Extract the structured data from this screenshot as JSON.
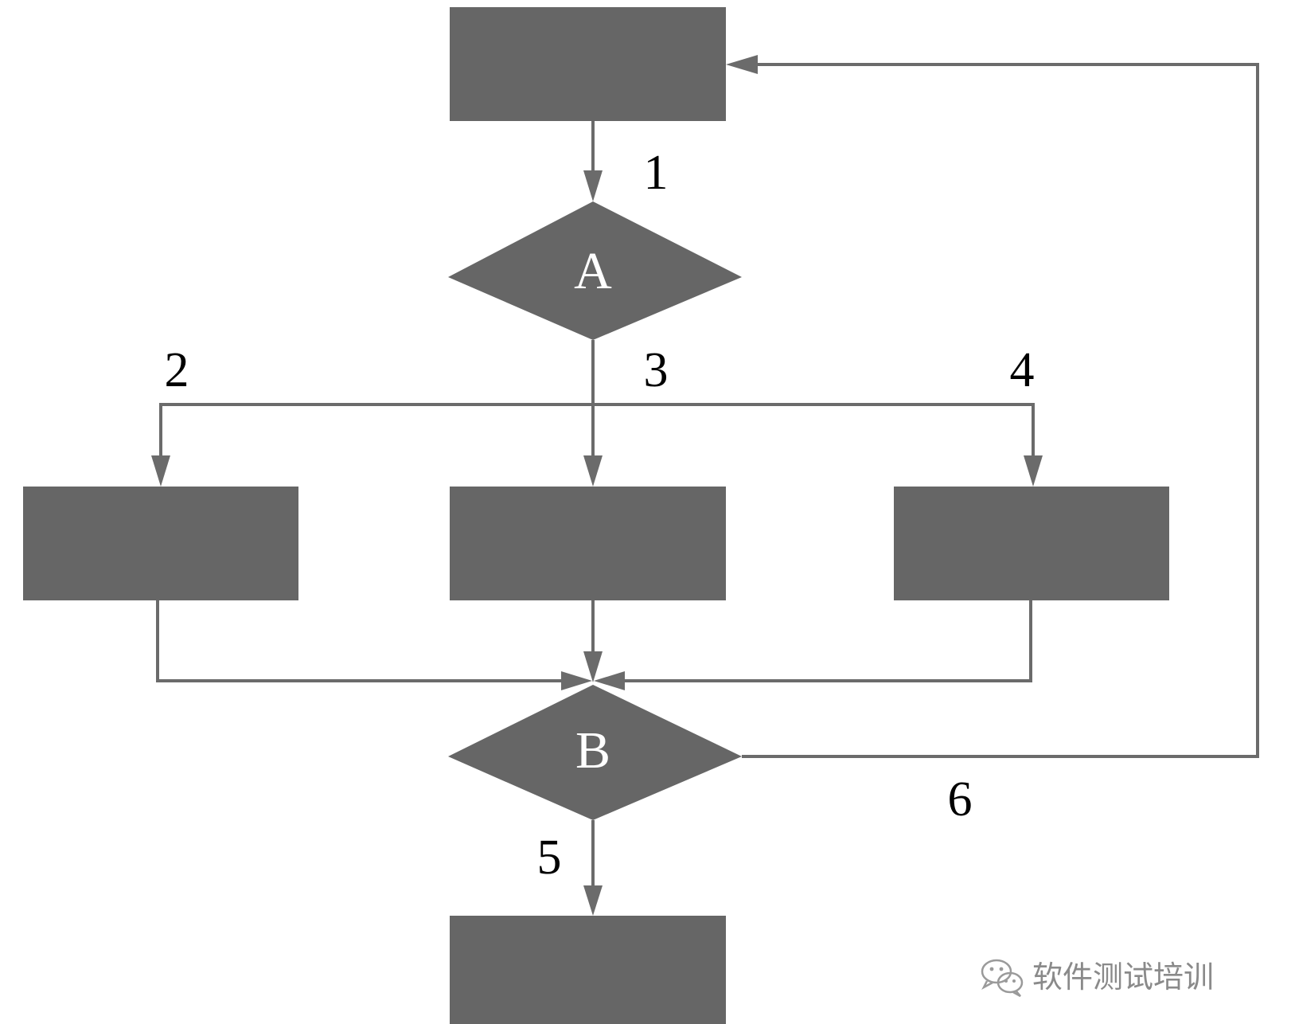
{
  "diagram": {
    "nodes": [
      {
        "id": "start",
        "shape": "box",
        "label": ""
      },
      {
        "id": "A",
        "shape": "diamond",
        "label": "A"
      },
      {
        "id": "left",
        "shape": "box",
        "label": ""
      },
      {
        "id": "middle",
        "shape": "box",
        "label": ""
      },
      {
        "id": "right",
        "shape": "box",
        "label": ""
      },
      {
        "id": "B",
        "shape": "diamond",
        "label": "B"
      },
      {
        "id": "end",
        "shape": "box",
        "label": ""
      }
    ],
    "edges": [
      {
        "from": "start",
        "to": "A",
        "label": "1"
      },
      {
        "from": "A",
        "to": "left",
        "label": "2"
      },
      {
        "from": "A",
        "to": "middle",
        "label": "3"
      },
      {
        "from": "A",
        "to": "right",
        "label": "4"
      },
      {
        "from": "left",
        "to": "B",
        "label": ""
      },
      {
        "from": "middle",
        "to": "B",
        "label": ""
      },
      {
        "from": "right",
        "to": "B",
        "label": ""
      },
      {
        "from": "B",
        "to": "end",
        "label": "5"
      },
      {
        "from": "B",
        "to": "start",
        "label": "6"
      }
    ],
    "colors": {
      "node_fill": "#666666",
      "edge_stroke": "#6b6b6b",
      "node_text": "#ffffff",
      "edge_text": "#000000"
    }
  },
  "watermark": {
    "text": "软件测试培训",
    "icon": "wechat-icon"
  }
}
